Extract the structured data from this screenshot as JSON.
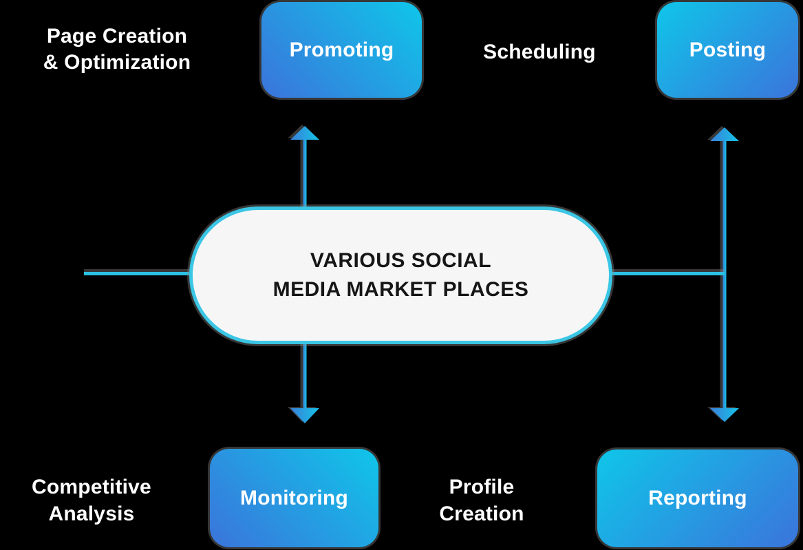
{
  "center_node": {
    "line1": "VARIOUS SOCIAL",
    "line2": "MEDIA MARKET PLACES"
  },
  "boxes": {
    "promoting": "Promoting",
    "posting": "Posting",
    "monitoring": "Monitoring",
    "reporting": "Reporting"
  },
  "labels": {
    "page_creation": {
      "line1": "Page Creation",
      "line2": "& Optimization"
    },
    "scheduling": "Scheduling",
    "competitive": {
      "line1": "Competitive",
      "line2": "Analysis"
    },
    "profile": {
      "line1": "Profile",
      "line2": "Creation"
    }
  },
  "colors": {
    "background": "#000000",
    "gradient_blue": "#3B74DB",
    "gradient_cyan": "#0FC6E9",
    "arrow_blue": "#3A80D9",
    "arrow_cyan": "#15C3E7",
    "line_cyan": "#2BC0E4",
    "pill_border": "#3AC6E4",
    "pill_fill": "#F6F6F7",
    "text_light": "#FFFFFF",
    "text_dark": "#161616"
  }
}
